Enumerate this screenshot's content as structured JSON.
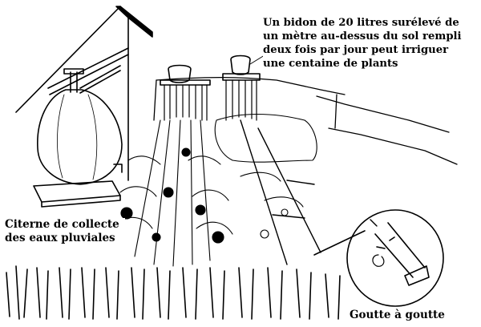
{
  "labels": {
    "bidon": "Un bidon de 20 litres surélevé de un mètre au-dessus du sol rempli deux fois par jour peut irriguer une centaine de plants",
    "citerne": "Citerne de collecte des eaux pluviales",
    "goutte": "Goutte à goutte"
  },
  "colors": {
    "ink": "#000000",
    "paper": "#ffffff"
  }
}
